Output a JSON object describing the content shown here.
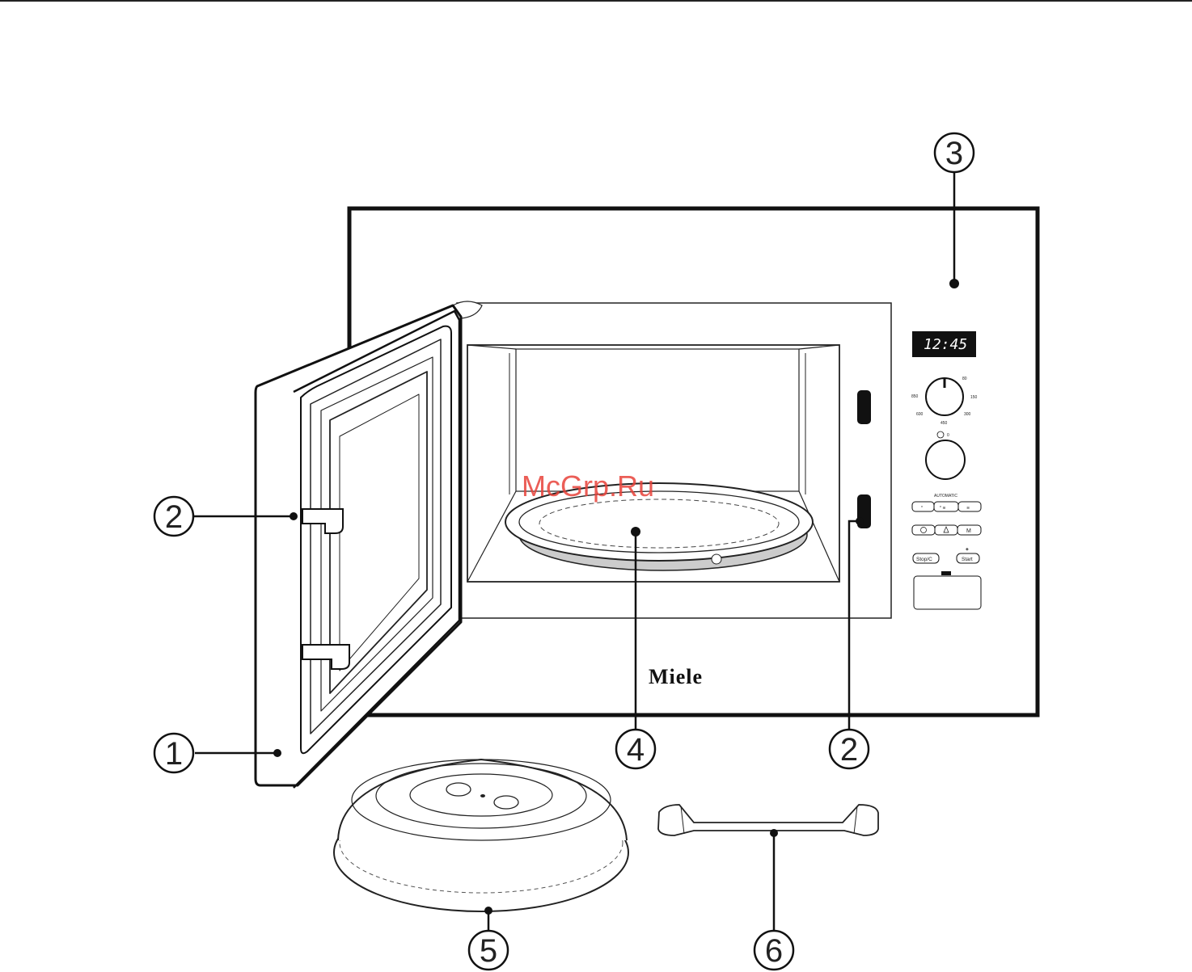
{
  "callouts": [
    {
      "id": "door",
      "label": "1"
    },
    {
      "id": "safety-interlock-door",
      "label": "2"
    },
    {
      "id": "control-panel",
      "label": "3"
    },
    {
      "id": "turntable",
      "label": "4"
    },
    {
      "id": "safety-interlock-oven",
      "label": "2"
    },
    {
      "id": "cover",
      "label": "5"
    },
    {
      "id": "turntable-support",
      "label": "6"
    }
  ],
  "display": {
    "time": "12:45"
  },
  "power_dial": {
    "ticks": [
      "80",
      "150",
      "300",
      "450",
      "600",
      "850"
    ]
  },
  "timer_dial": {
    "label": "0"
  },
  "automatic": {
    "heading": "AUTOMATIC"
  },
  "buttons": {
    "memory": "M",
    "stop": "Stop/C",
    "start": "Start"
  },
  "brand": "Miele",
  "watermark": "McGrp.Ru"
}
